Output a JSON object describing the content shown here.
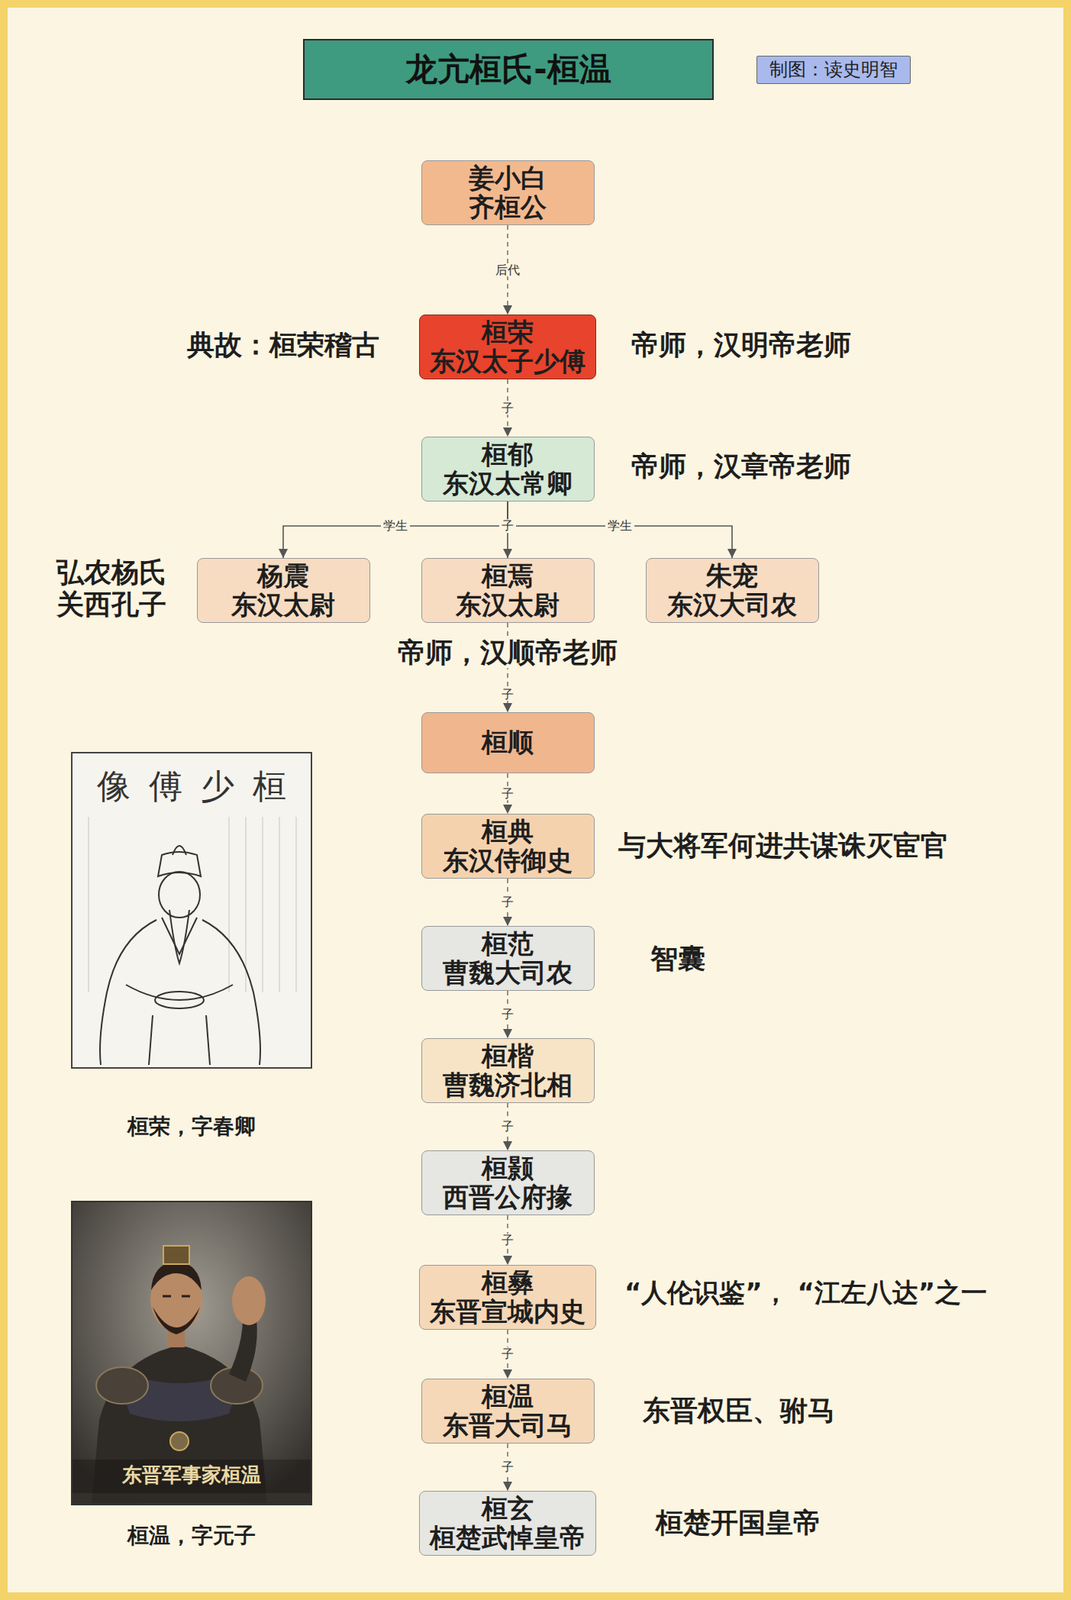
{
  "diagram": {
    "title": "龙亢桓氏-桓温",
    "nodes": [
      {
        "text": [
          "制图：读史明智"
        ]
      },
      {
        "text": [
          "姜小白",
          "齐桓公"
        ]
      },
      {
        "text": [
          "桓荣",
          "东汉太子少傅"
        ]
      },
      {
        "text": [
          "桓郁",
          "东汉太常卿"
        ]
      },
      {
        "text": [
          "杨震",
          "东汉太尉"
        ]
      },
      {
        "text": [
          "桓焉",
          "东汉太尉"
        ]
      },
      {
        "text": [
          "朱宠",
          "东汉大司农"
        ]
      },
      {
        "text": [
          "桓顺"
        ]
      },
      {
        "text": [
          "桓典",
          "东汉侍御史"
        ]
      },
      {
        "text": [
          "桓范",
          "曹魏大司农"
        ]
      },
      {
        "text": [
          "桓楷",
          "曹魏济北相"
        ]
      },
      {
        "text": [
          "桓颢",
          "西晋公府掾"
        ]
      },
      {
        "text": [
          "桓彝",
          "东晋宣城内史"
        ]
      },
      {
        "text": [
          "桓温",
          "东晋大司马"
        ]
      },
      {
        "text": [
          "桓玄",
          "桓楚武悼皇帝"
        ]
      }
    ],
    "edges": [
      {
        "from": 1,
        "to": 2,
        "label": "后代",
        "arrow": "to"
      },
      {
        "from": 2,
        "to": 3,
        "label": "子",
        "arrow": "to"
      },
      {
        "from": 3,
        "to": 4,
        "label": "学生",
        "arrow": "to"
      },
      {
        "from": 3,
        "to": 5,
        "label": "子",
        "arrow": "to"
      },
      {
        "from": 3,
        "to": 6,
        "label": "学生",
        "arrow": "to"
      },
      {
        "from": 5,
        "to": 7,
        "label": "子",
        "arrow": "to"
      },
      {
        "from": 7,
        "to": 8,
        "label": "子",
        "arrow": "to"
      },
      {
        "from": 8,
        "to": 9,
        "label": "子",
        "arrow": "to"
      },
      {
        "from": 9,
        "to": 10,
        "label": "子",
        "arrow": "to"
      },
      {
        "from": 10,
        "to": 11,
        "label": "子",
        "arrow": "to"
      },
      {
        "from": 11,
        "to": 12,
        "label": "子",
        "arrow": "to"
      },
      {
        "from": 12,
        "to": 13,
        "label": "子",
        "arrow": "to"
      },
      {
        "from": 13,
        "to": 14,
        "label": "子",
        "arrow": "to"
      }
    ],
    "labels": [
      "典故：桓荣稽古",
      "帝师，汉明帝老师",
      "帝师，汉章帝老师",
      "弘农杨氏",
      "关西孔子",
      "帝师，汉顺帝老师",
      "与大将军何进共谋诛灭宦官",
      "像傅少桓",
      "桓荣，字春卿",
      "智囊",
      "“人伦识鉴”， “江左八达”之一",
      "东晋权臣、驸马",
      "东晋军事家桓温",
      "桓温，字元子",
      "桓楚开国皇帝"
    ]
  }
}
